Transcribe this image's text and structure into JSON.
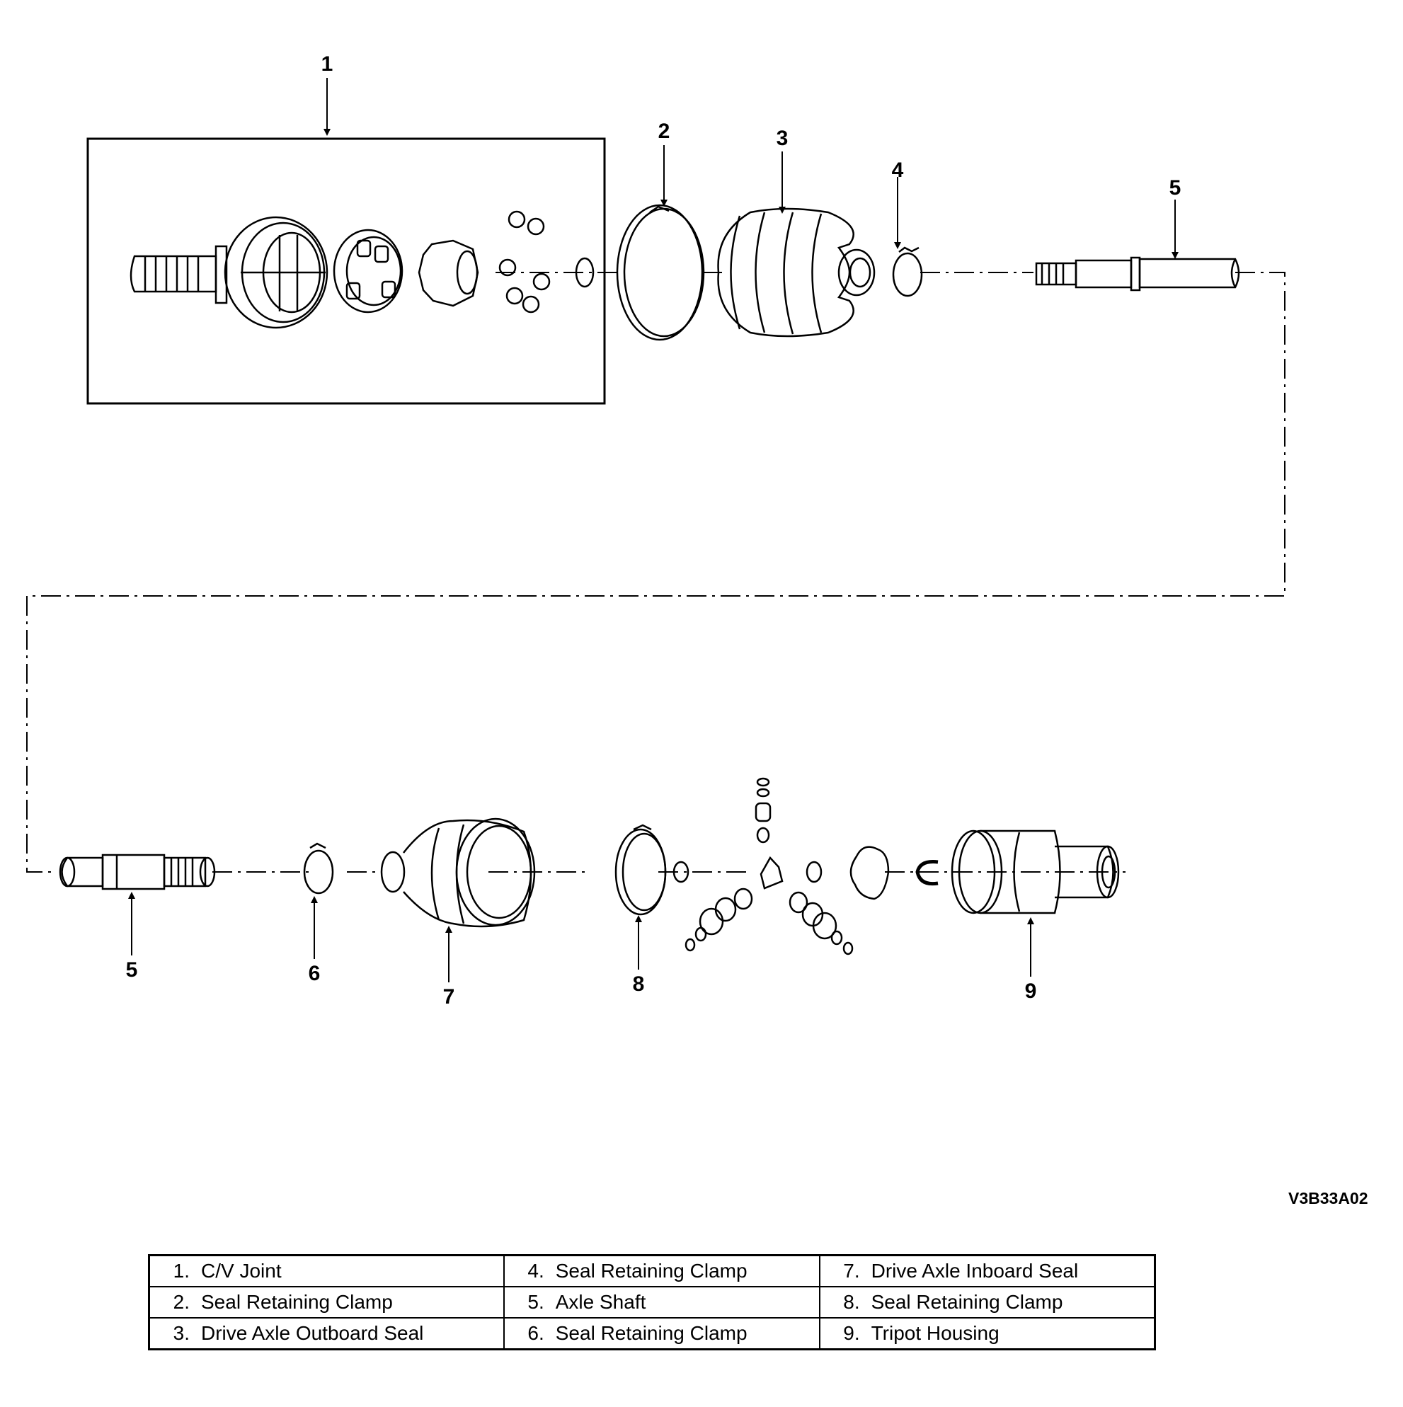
{
  "callouts": {
    "c1": "1",
    "c2": "2",
    "c3": "3",
    "c4": "4",
    "c5_top": "5",
    "c5_bottom": "5",
    "c6": "6",
    "c7": "7",
    "c8": "8",
    "c9": "9"
  },
  "figure_id": "V3B33A02",
  "legend": {
    "rows": [
      [
        {
          "num": "1.",
          "label": "C/V Joint"
        },
        {
          "num": "4.",
          "label": "Seal Retaining Clamp"
        },
        {
          "num": "7.",
          "label": "Drive Axle Inboard Seal"
        }
      ],
      [
        {
          "num": "2.",
          "label": "Seal Retaining Clamp"
        },
        {
          "num": "5.",
          "label": "Axle Shaft"
        },
        {
          "num": "8.",
          "label": "Seal Retaining Clamp"
        }
      ],
      [
        {
          "num": "3.",
          "label": "Drive Axle Outboard Seal"
        },
        {
          "num": "6.",
          "label": "Seal Retaining Clamp"
        },
        {
          "num": "9.",
          "label": "Tripot Housing"
        }
      ]
    ]
  }
}
